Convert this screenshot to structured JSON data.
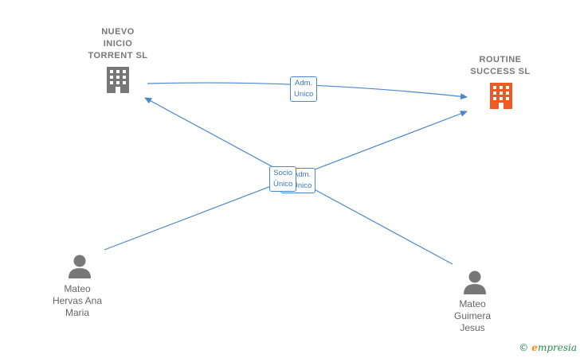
{
  "nodes": {
    "nuevo_inicio": {
      "label_lines": [
        "NUEVO",
        "INICIO",
        "TORRENT  SL"
      ],
      "icon": "building-icon",
      "color": "#777777"
    },
    "routine": {
      "label_lines": [
        "ROUTINE",
        "SUCCESS  SL"
      ],
      "icon": "building-icon",
      "color": "#f05a24"
    },
    "mateo_hervas": {
      "label_lines": [
        "Mateo",
        "Hervas Ana",
        "Maria"
      ],
      "icon": "person-icon",
      "color": "#777777"
    },
    "mateo_guimera": {
      "label_lines": [
        "Mateo",
        "Guimera",
        "Jesus"
      ],
      "icon": "person-icon",
      "color": "#777777"
    }
  },
  "edge_labels": {
    "adm_unico": [
      "Adm.",
      "Unico"
    ],
    "socio_unico_back": [
      "Adm.",
      "Unico"
    ],
    "socio_unico": [
      "Socio",
      "Único"
    ]
  },
  "colors": {
    "edge": "#4a88cc",
    "accent": "#f05a24"
  },
  "watermark": {
    "copyright": "©",
    "brand_initial": "e",
    "brand_rest": "mpresia"
  }
}
